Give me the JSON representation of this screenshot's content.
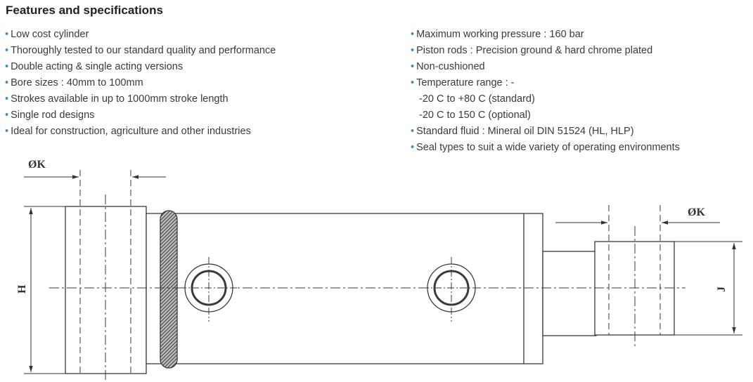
{
  "section": {
    "title": "Features and specifications"
  },
  "bullet_glyph": "•",
  "left_features": [
    "Low cost cylinder",
    "Thoroughly tested to our standard quality and performance",
    "Double acting & single acting versions",
    "Bore sizes : 40mm to 100mm",
    "Strokes available in up to 1000mm stroke length",
    "Single rod designs",
    "Ideal for construction, agriculture and other industries"
  ],
  "right_specs": [
    "Maximum working pressure : 160 bar",
    "Piston rods : Precision ground & hard chrome plated",
    "Non-cushioned",
    "Temperature range : -",
    "-20 C to +80 C (standard)",
    "-20 C to 150 C (optional)",
    "Standard fluid : Mineral oil DIN 51524 (HL, HLP)",
    "Seal types to suit a wide variety of operating environments"
  ],
  "drawing": {
    "label_k_left": "ØK",
    "label_k_right": "ØK",
    "label_h": "H",
    "label_j": "J",
    "colors": {
      "line": "#3a3a3a",
      "accent_bullet": "#3b8fc6"
    }
  }
}
